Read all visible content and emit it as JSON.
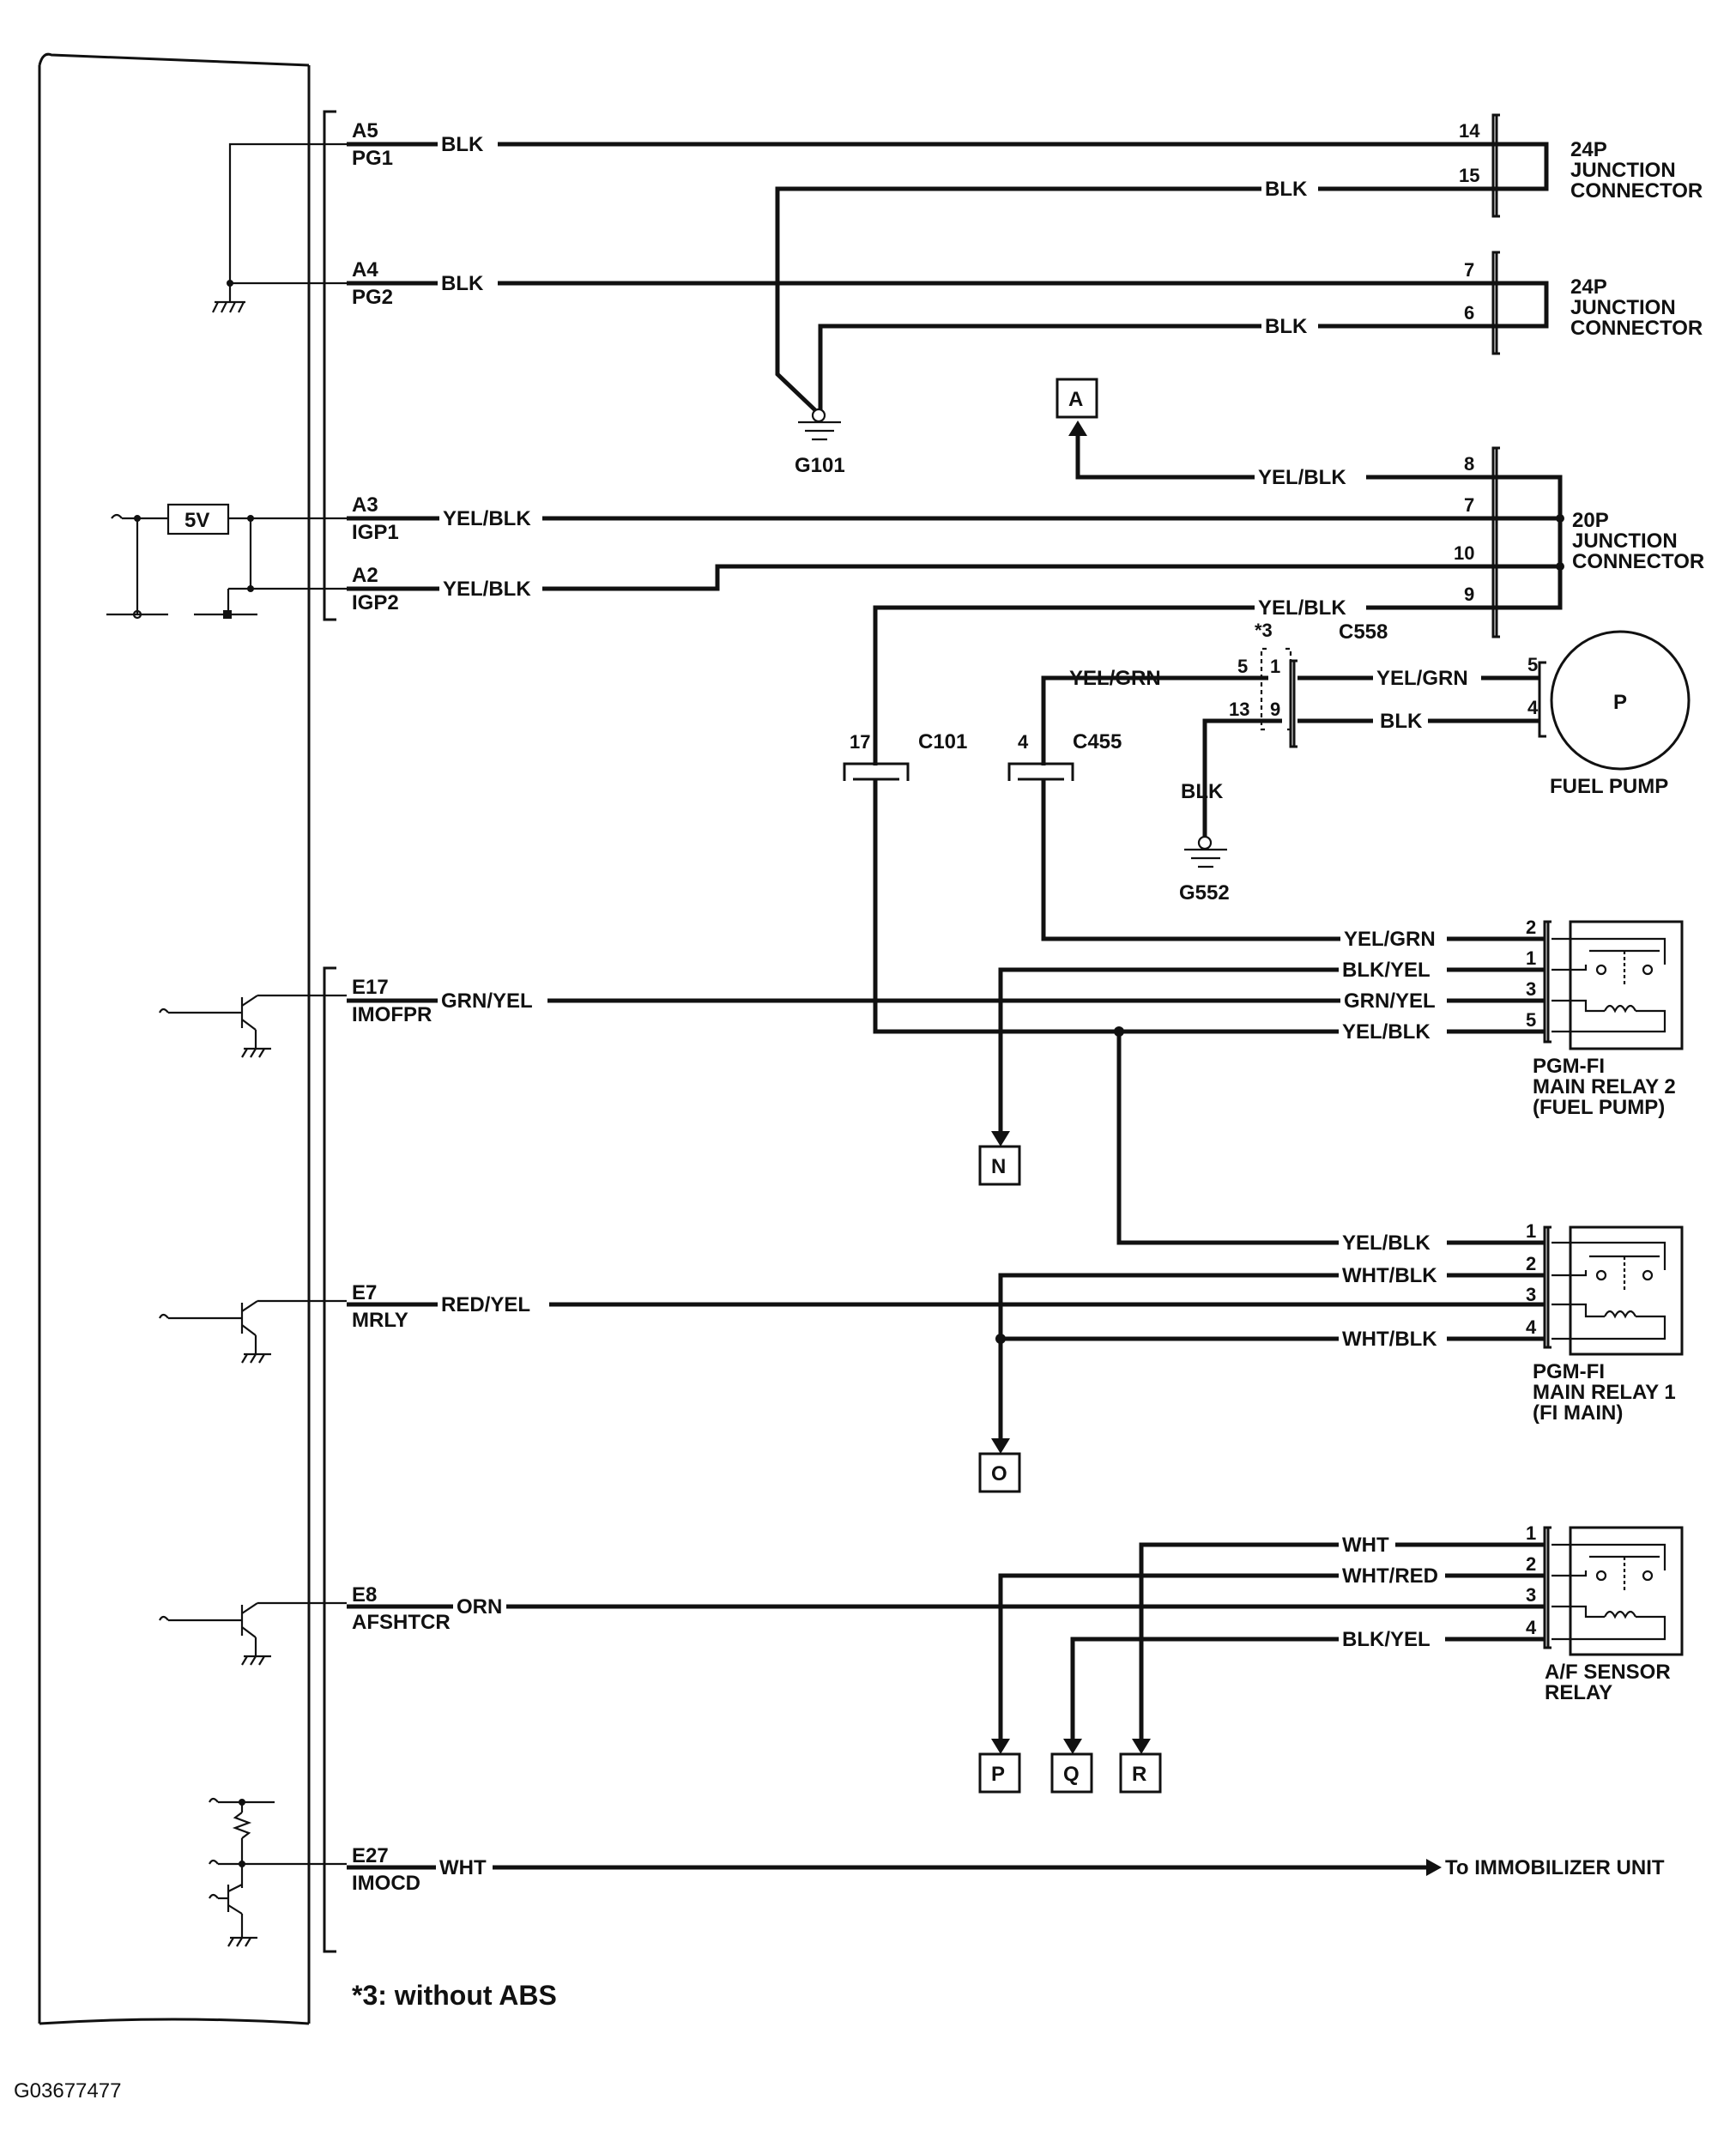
{
  "ecm_terminals": {
    "a5": {
      "pin": "A5",
      "name": "PG1",
      "wire": "BLK"
    },
    "a4": {
      "pin": "A4",
      "name": "PG2",
      "wire": "BLK"
    },
    "a3": {
      "pin": "A3",
      "name": "IGP1",
      "wire": "YEL/BLK"
    },
    "a2": {
      "pin": "A2",
      "name": "IGP2",
      "wire": "YEL/BLK"
    },
    "e17": {
      "pin": "E17",
      "name": "IMOFPR",
      "wire": "GRN/YEL"
    },
    "e7": {
      "pin": "E7",
      "name": "MRLY",
      "wire": "RED/YEL"
    },
    "e8": {
      "pin": "E8",
      "name": "AFSHTCR",
      "wire": "ORN"
    },
    "e27": {
      "pin": "E27",
      "name": "IMOCD",
      "wire": "WHT"
    }
  },
  "supply_5v": "5V",
  "junction_24p_1": {
    "label": [
      "24P",
      "JUNCTION",
      "CONNECTOR"
    ],
    "pin14": "14",
    "pin15": "15",
    "wire15": "BLK"
  },
  "junction_24p_2": {
    "label": [
      "24P",
      "JUNCTION",
      "CONNECTOR"
    ],
    "pin7": "7",
    "pin6": "6",
    "wire6": "BLK"
  },
  "junction_20p": {
    "label": [
      "20P",
      "JUNCTION",
      "CONNECTOR"
    ],
    "pin8": "8",
    "pin7": "7",
    "pin10": "10",
    "pin9": "9",
    "wire8": "YEL/BLK",
    "wire9": "YEL/BLK"
  },
  "grounds": {
    "g101": "G101",
    "g552": "G552",
    "g552_wire": "BLK"
  },
  "connectors": {
    "c101": {
      "id": "C101",
      "pin": "17"
    },
    "c455": {
      "id": "C455",
      "pin": "4"
    },
    "c558": {
      "id": "C558",
      "note": "*3",
      "pin5": "5",
      "pin1": "1",
      "pin13": "13",
      "pin9": "9"
    }
  },
  "fuel_pump": {
    "symbol": "P",
    "label": "FUEL PUMP",
    "pin5": "5",
    "pin4": "4",
    "wire_in": "YEL/GRN",
    "wire_pump5": "YEL/GRN",
    "wire_pump4": "BLK"
  },
  "relay2": {
    "label": [
      "PGM-FI",
      "MAIN RELAY 2",
      "(FUEL PUMP)"
    ],
    "pins": [
      "2",
      "1",
      "3",
      "5"
    ],
    "wires": [
      "YEL/GRN",
      "BLK/YEL",
      "GRN/YEL",
      "YEL/BLK"
    ]
  },
  "relay1": {
    "label": [
      "PGM-FI",
      "MAIN RELAY 1",
      "(FI MAIN)"
    ],
    "pins": [
      "1",
      "2",
      "3",
      "4"
    ],
    "wires": [
      "YEL/BLK",
      "WHT/BLK",
      "WHT/BLK"
    ]
  },
  "relay_af": {
    "label": [
      "A/F SENSOR",
      "RELAY"
    ],
    "pins": [
      "1",
      "2",
      "3",
      "4"
    ],
    "wires": [
      "WHT",
      "WHT/RED",
      "BLK/YEL"
    ]
  },
  "refs": {
    "a": "A",
    "n": "N",
    "o": "O",
    "p": "P",
    "q": "Q",
    "r": "R"
  },
  "immobilizer": "To IMMOBILIZER UNIT",
  "footnote": "*3: without ABS",
  "figure_id": "G03677477"
}
